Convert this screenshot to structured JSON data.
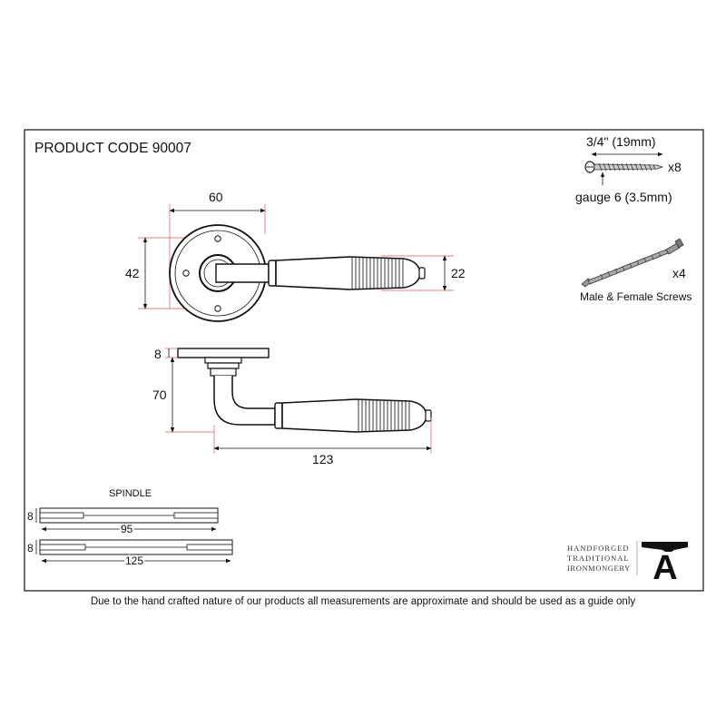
{
  "product_code": "PRODUCT CODE 90007",
  "wood_screw": {
    "length": "3/4\" (19mm)",
    "quantity": "x8",
    "gauge": "gauge 6 (3.5mm)"
  },
  "machine_screws": {
    "quantity": "x4",
    "label": "Male & Female Screws"
  },
  "handle_front": {
    "rose_width": "60",
    "rose_height": "42",
    "grip_height": "22"
  },
  "handle_side": {
    "rose_thickness": "8",
    "projection": "70",
    "lever_length": "123"
  },
  "spindle": {
    "title": "SPINDLE",
    "short": {
      "size": "8",
      "length": "95"
    },
    "long": {
      "size": "8",
      "length": "125"
    }
  },
  "brand": {
    "line1": "HANDFORGED",
    "line2": "TRADITIONAL",
    "line3": "IRONMONGERY",
    "logo_letter": "A"
  },
  "disclaimer": "Due to the hand crafted nature of our products all measurements are approximate and should be used as a guide only"
}
